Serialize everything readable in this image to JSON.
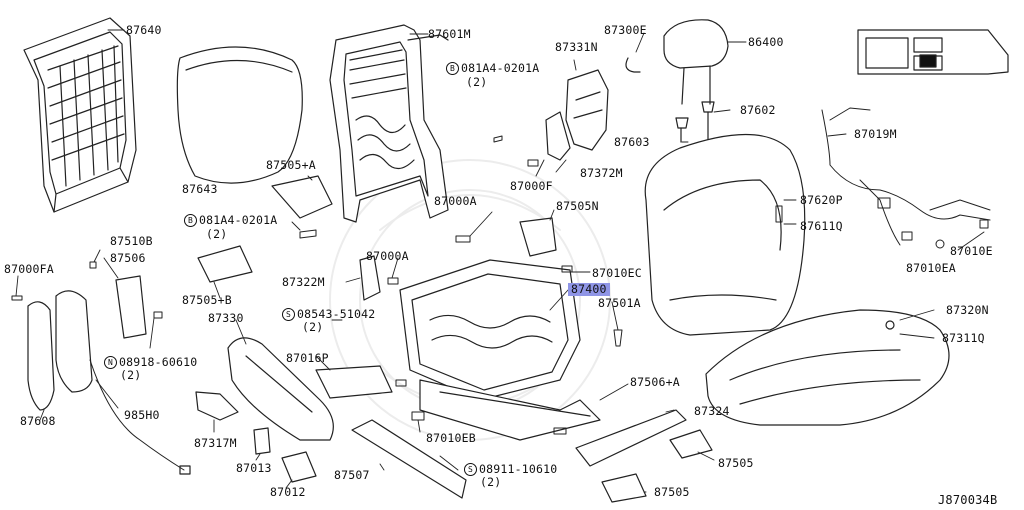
{
  "diagram_id": "J870034B",
  "parts": [
    {
      "id": "87640",
      "text": "87640"
    },
    {
      "id": "87643",
      "text": "87643"
    },
    {
      "id": "87601M",
      "text": "87601M"
    },
    {
      "id": "081A4-0201A_a",
      "prefix": "B",
      "text": "081A4-0201A",
      "qty": "(2)"
    },
    {
      "id": "87331N",
      "text": "87331N"
    },
    {
      "id": "87300E",
      "text": "87300E"
    },
    {
      "id": "86400",
      "text": "86400"
    },
    {
      "id": "87602",
      "text": "87602"
    },
    {
      "id": "87603",
      "text": "87603"
    },
    {
      "id": "87000F",
      "text": "87000F"
    },
    {
      "id": "87372M",
      "text": "87372M"
    },
    {
      "id": "87019M",
      "text": "87019M"
    },
    {
      "id": "87505+A",
      "text": "87505+A"
    },
    {
      "id": "081A4-0201A_b",
      "prefix": "B",
      "text": "081A4-0201A",
      "qty": "(2)"
    },
    {
      "id": "87000A_a",
      "text": "87000A"
    },
    {
      "id": "87505N",
      "text": "87505N"
    },
    {
      "id": "87620P",
      "text": "87620P"
    },
    {
      "id": "87611Q",
      "text": "87611Q"
    },
    {
      "id": "87010E",
      "text": "87010E"
    },
    {
      "id": "87010EA",
      "text": "87010EA"
    },
    {
      "id": "87510B",
      "text": "87510B"
    },
    {
      "id": "87506",
      "text": "87506"
    },
    {
      "id": "87000FA",
      "text": "87000FA"
    },
    {
      "id": "87000A_b",
      "text": "87000A"
    },
    {
      "id": "87322M",
      "text": "87322M"
    },
    {
      "id": "87010EC",
      "text": "87010EC"
    },
    {
      "id": "87400",
      "text": "87400"
    },
    {
      "id": "87501A",
      "text": "87501A"
    },
    {
      "id": "87505+B",
      "text": "87505+B"
    },
    {
      "id": "87330",
      "text": "87330"
    },
    {
      "id": "08543-51042",
      "prefix": "S",
      "text": "08543-51042",
      "qty": "(2)"
    },
    {
      "id": "08918-60610",
      "prefix": "N",
      "text": "08918-60610",
      "qty": "(2)"
    },
    {
      "id": "87320N",
      "text": "87320N"
    },
    {
      "id": "87311Q",
      "text": "87311Q"
    },
    {
      "id": "87016P",
      "text": "87016P"
    },
    {
      "id": "87506+A",
      "text": "87506+A"
    },
    {
      "id": "87324",
      "text": "87324"
    },
    {
      "id": "87608",
      "text": "87608"
    },
    {
      "id": "985H0",
      "text": "985H0"
    },
    {
      "id": "87317M",
      "text": "87317M"
    },
    {
      "id": "87010EB",
      "text": "87010EB"
    },
    {
      "id": "87013",
      "text": "87013"
    },
    {
      "id": "08911-10610",
      "prefix": "S",
      "text": "08911-10610",
      "qty": "(2)"
    },
    {
      "id": "87505_a",
      "text": "87505"
    },
    {
      "id": "87505_b",
      "text": "87505"
    },
    {
      "id": "87012",
      "text": "87012"
    },
    {
      "id": "87507",
      "text": "87507"
    }
  ],
  "highlight": "#8f95e6"
}
